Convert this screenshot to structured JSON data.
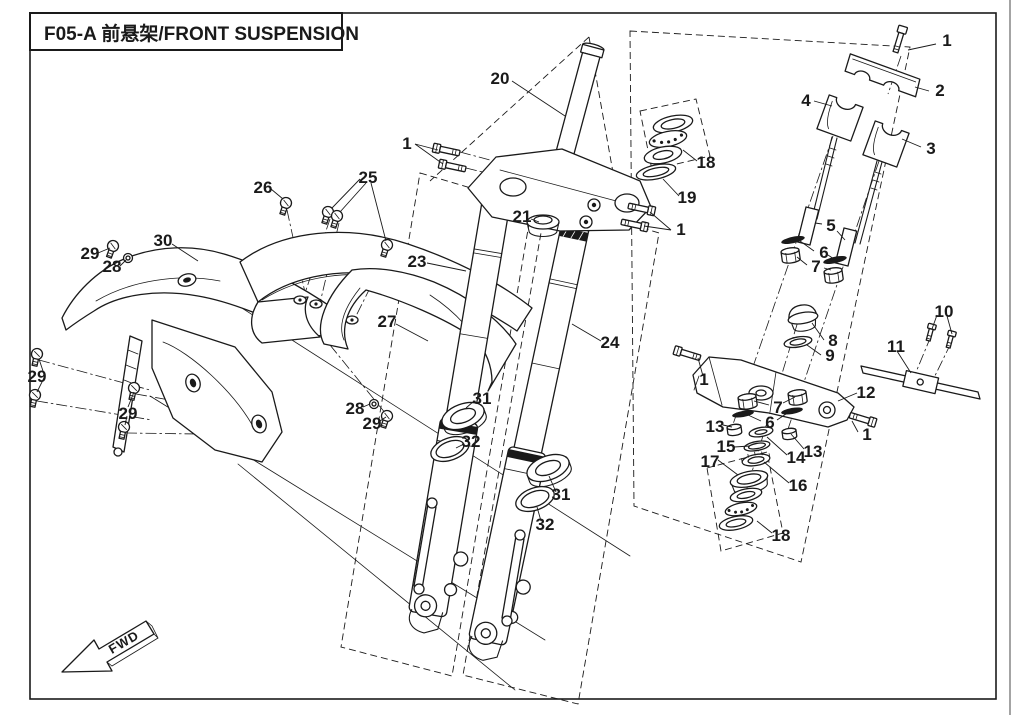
{
  "colors": {
    "ink": "#1a1a1a",
    "paper": "#ffffff"
  },
  "title": {
    "text": "F05-A 前悬架/FRONT SUSPENSION"
  },
  "direction_marker": {
    "text": "FWD"
  },
  "callouts": [
    {
      "part": "1"
    },
    {
      "part": "2"
    },
    {
      "part": "4"
    },
    {
      "part": "3"
    },
    {
      "part": "20"
    },
    {
      "part": "18"
    },
    {
      "part": "19"
    },
    {
      "part": "1"
    },
    {
      "part": "26"
    },
    {
      "part": "25"
    },
    {
      "part": "21"
    },
    {
      "part": "1"
    },
    {
      "part": "5"
    },
    {
      "part": "6"
    },
    {
      "part": "7"
    },
    {
      "part": "29"
    },
    {
      "part": "28"
    },
    {
      "part": "30"
    },
    {
      "part": "23"
    },
    {
      "part": "27"
    },
    {
      "part": "24"
    },
    {
      "part": "8"
    },
    {
      "part": "9"
    },
    {
      "part": "10"
    },
    {
      "part": "11"
    },
    {
      "part": "1"
    },
    {
      "part": "12"
    },
    {
      "part": "29"
    },
    {
      "part": "7"
    },
    {
      "part": "6"
    },
    {
      "part": "13"
    },
    {
      "part": "13"
    },
    {
      "part": "15"
    },
    {
      "part": "14"
    },
    {
      "part": "17"
    },
    {
      "part": "16"
    },
    {
      "part": "18"
    },
    {
      "part": "1"
    },
    {
      "part": "29"
    },
    {
      "part": "28"
    },
    {
      "part": "29"
    },
    {
      "part": "31"
    },
    {
      "part": "32"
    },
    {
      "part": "31"
    },
    {
      "part": "32"
    }
  ]
}
